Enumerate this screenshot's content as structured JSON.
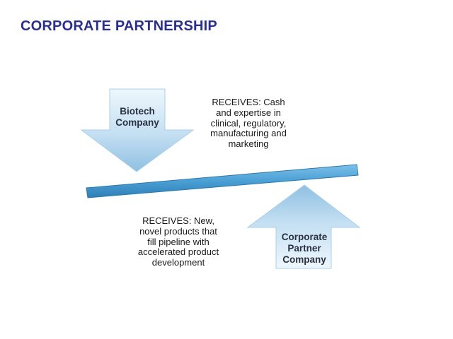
{
  "title": "CORPORATE PARTNERSHIP",
  "biotech": {
    "line1": "Biotech",
    "line2": "Company"
  },
  "partner": {
    "line1": "Corporate",
    "line2": "Partner",
    "line3": "Company"
  },
  "biotech_receives": "RECEIVES: Cash\nand expertise in\nclinical, regulatory,\nmanufacturing and\nmarketing",
  "partner_receives": "RECEIVES: New,\nnovel products that\nfill pipeline with\naccelerated product\ndevelopment",
  "colors": {
    "title": "#2b2f8c",
    "arrow_fill_light": "#e3f1fb",
    "arrow_fill_dark": "#93c3e3",
    "beam": "#4a9fd4"
  }
}
